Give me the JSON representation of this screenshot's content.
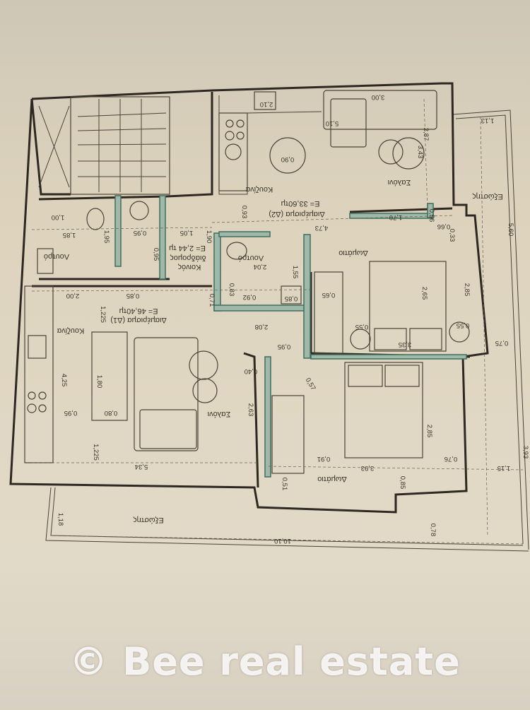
{
  "plan": {
    "rooms": {
      "kitchen_d2": "Κουζίνα",
      "living_d2": "Σαλόνι",
      "apartment_d2": "Διαμέρισμα (Δ2)",
      "area_d2": "E= 33,60τμ",
      "bath_left": "Λουτρό",
      "bath_center": "Λουτρό",
      "corridor": "Κοινός",
      "corridor2": "διάδρομος",
      "area_corridor": "E= 2,44 τμ",
      "apartment_d1": "Διαμέρισμα (Δ1)",
      "area_d1": "E= 46,40τμ",
      "kitchen_d1": "Κουζίνα",
      "living_d1": "Σαλόνι",
      "bedroom_upper": "Δωμάτιο",
      "bedroom_lower": "Δωμάτιο",
      "balcony_bottom": "Εξώστης",
      "balcony_right": "Εξώστης"
    },
    "dimensions": {
      "d210": "2,10",
      "d300": "3,00",
      "d510": "5,10",
      "d090": "0,90",
      "d343": "3,43",
      "d287": "2,87",
      "d093": "0,93",
      "d473": "4,73",
      "d170": "1,70",
      "d056": "0,56",
      "d066": "0,66",
      "d033": "0,33",
      "d100": "1,00",
      "d185": "1,85",
      "d095a": "0,95",
      "d105": "1,05",
      "d195": "1,95",
      "d095b": "0,95",
      "d190": "1,90",
      "d204": "2,04",
      "d155": "1,55",
      "d083": "0,83",
      "d092": "0,92",
      "d085a": "0,85",
      "d071": "0,71",
      "d200": "2,00",
      "d085b": "0,85",
      "d1225a": "1,225",
      "d208": "2,08",
      "d095c": "0,95",
      "d065": "0,65",
      "d265": "2,65",
      "d285a": "2,85",
      "d055a": "0,55",
      "d055b": "0,55",
      "d335": "3,35",
      "d075": "0,75",
      "d560": "5,60",
      "d425": "4,25",
      "d180": "1,80",
      "d080": "0,80",
      "d095d": "0,95",
      "d1225b": "1,225",
      "d534": "5,34",
      "d040": "0,40",
      "d263": "2,63",
      "d057": "0,57",
      "d285b": "2,85",
      "d091": "0,91",
      "d393a": "3,93",
      "d076": "0,76",
      "d115": "1,15",
      "d085c": "0,85",
      "d051": "0,51",
      "d118": "1,18",
      "d1010": "10,10",
      "d078": "0,78",
      "d393b": "3,93",
      "d113": "1,13"
    }
  },
  "watermark": "© Bee real estate"
}
